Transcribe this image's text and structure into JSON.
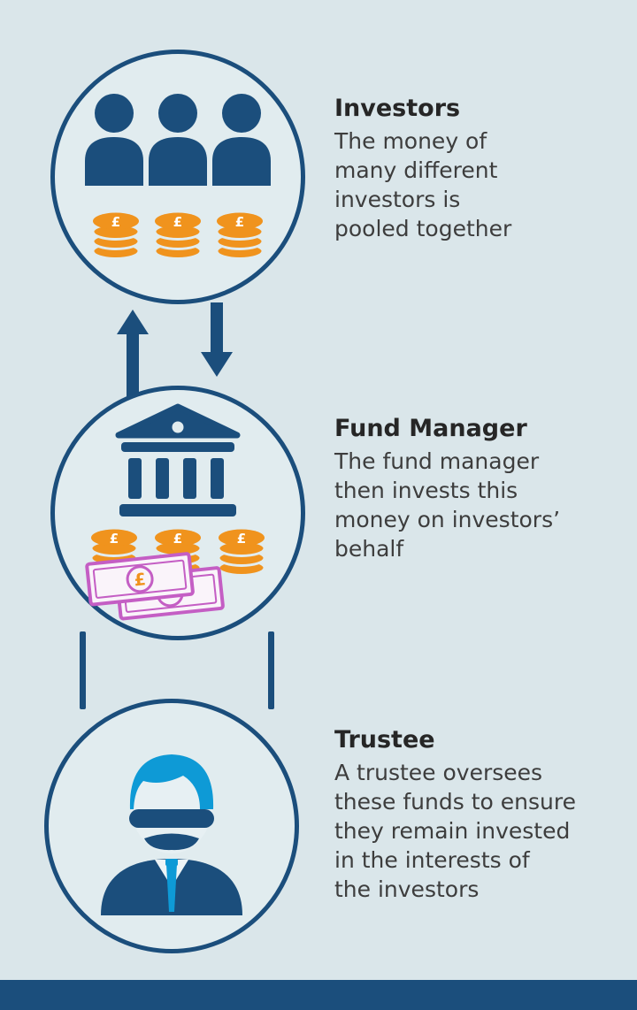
{
  "currency_symbol": "£",
  "colors": {
    "background": "#dae6ea",
    "navy": "#1b4e7c",
    "orange": "#f0931d",
    "magenta": "#c45ec4",
    "bright_blue": "#0e9ad6",
    "text": "#3d3d3d"
  },
  "sections": [
    {
      "id": "investors",
      "title": "Investors",
      "description": "The money of\nmany different\ninvestors is\npooled together",
      "icon": "three-investors-with-coin-stacks-icon"
    },
    {
      "id": "fund-manager",
      "title": "Fund Manager",
      "description": "The fund manager\nthen invests this\nmoney on investors’\nbehalf",
      "icon": "bank-with-coins-and-banknotes-icon"
    },
    {
      "id": "trustee",
      "title": "Trustee",
      "description": "A trustee oversees\nthese funds to ensure\nthey remain invested\nin the interests of\nthe investors",
      "icon": "trustee-person-with-sunglasses-icon"
    }
  ],
  "connectors": {
    "investors_fund_manager": [
      "arrow-up",
      "arrow-down"
    ],
    "fund_manager_trustee": [
      "line",
      "line"
    ]
  }
}
